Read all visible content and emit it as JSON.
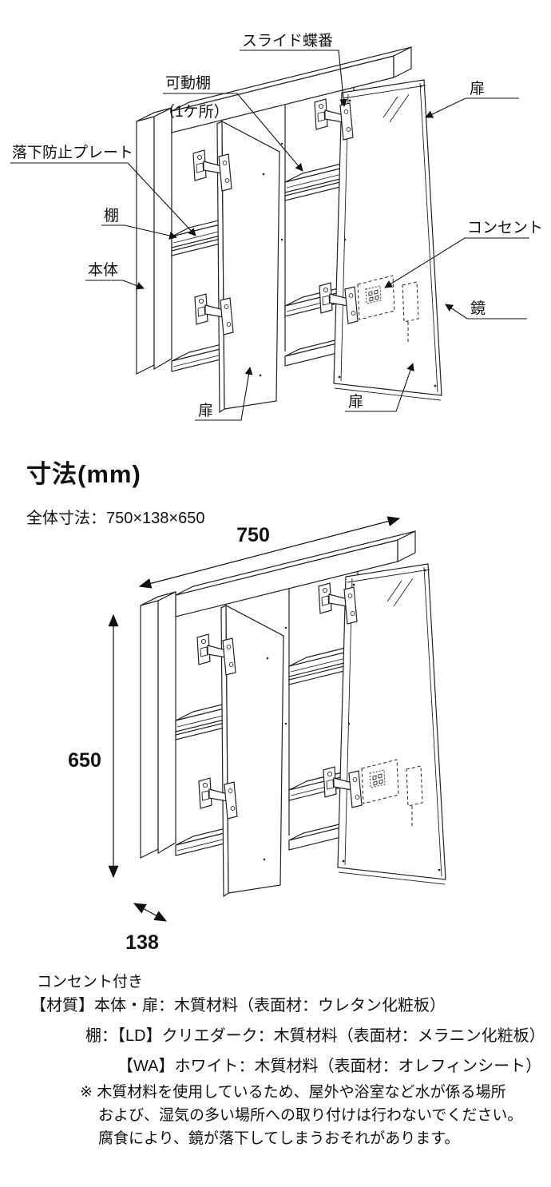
{
  "colors": {
    "background": "#ffffff",
    "line": "#222222",
    "text": "#111111"
  },
  "figure1": {
    "labels": {
      "slide_hinge": "スライド蝶番",
      "movable_shelf_line1": "可動棚",
      "movable_shelf_line2": "（1ケ所）",
      "door_top_right": "扉",
      "fall_prevention_plate": "落下防止プレート",
      "shelf": "棚",
      "body": "本体",
      "outlet": "コンセント",
      "mirror": "鏡",
      "door_bottom_left": "扉",
      "door_bottom_right": "扉"
    }
  },
  "dimensions": {
    "heading": "寸法(mm)",
    "overall": "全体寸法：750×138×650",
    "width_mm": "750",
    "height_mm": "650",
    "depth_mm": "138"
  },
  "notes": {
    "outlet_feature": "コンセント付き",
    "material_line1": "【材質】本体・扉：木質材料（表面材：ウレタン化粧板）",
    "material_line2": "棚：【LD】クリエダーク：木質材料（表面材：メラニン化粧板）",
    "material_line3": "【WA】ホワイト：木質材料（表面材：オレフィンシート）",
    "warning_line1": "※ 木質材料を使用しているため、屋外や浴室など水が係る場所",
    "warning_line2": "および、湿気の多い場所への取り付けは行わないでください。",
    "warning_line3": "腐食により、鏡が落下してしまうおそれがあります。"
  }
}
